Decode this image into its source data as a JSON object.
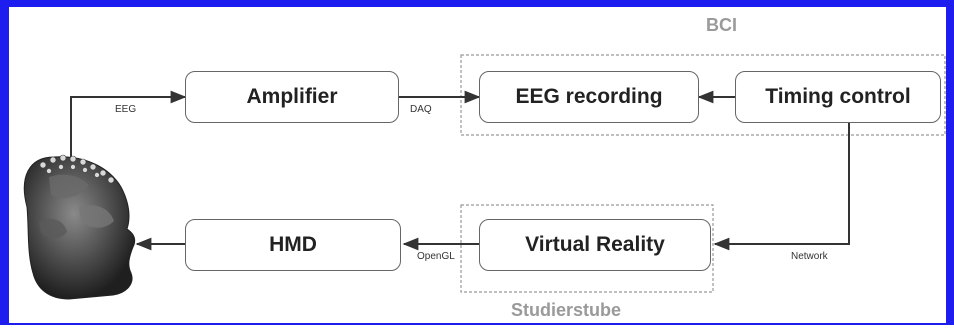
{
  "colors": {
    "frame": "#1d1df0",
    "box_border": "#666666",
    "arrow": "#333333",
    "group_label": "#9a9a9a"
  },
  "groups": {
    "bci": "BCI",
    "studierstube": "Studierstube"
  },
  "nodes": {
    "amplifier": "Amplifier",
    "eeg_recording": "EEG recording",
    "timing_control": "Timing control",
    "hmd": "HMD",
    "virtual_reality": "Virtual Reality"
  },
  "edges": {
    "eeg": "EEG",
    "daq": "DAQ",
    "network": "Network",
    "opengl": "OpenGL"
  },
  "images": {
    "head": "head-model-with-electrodes"
  }
}
